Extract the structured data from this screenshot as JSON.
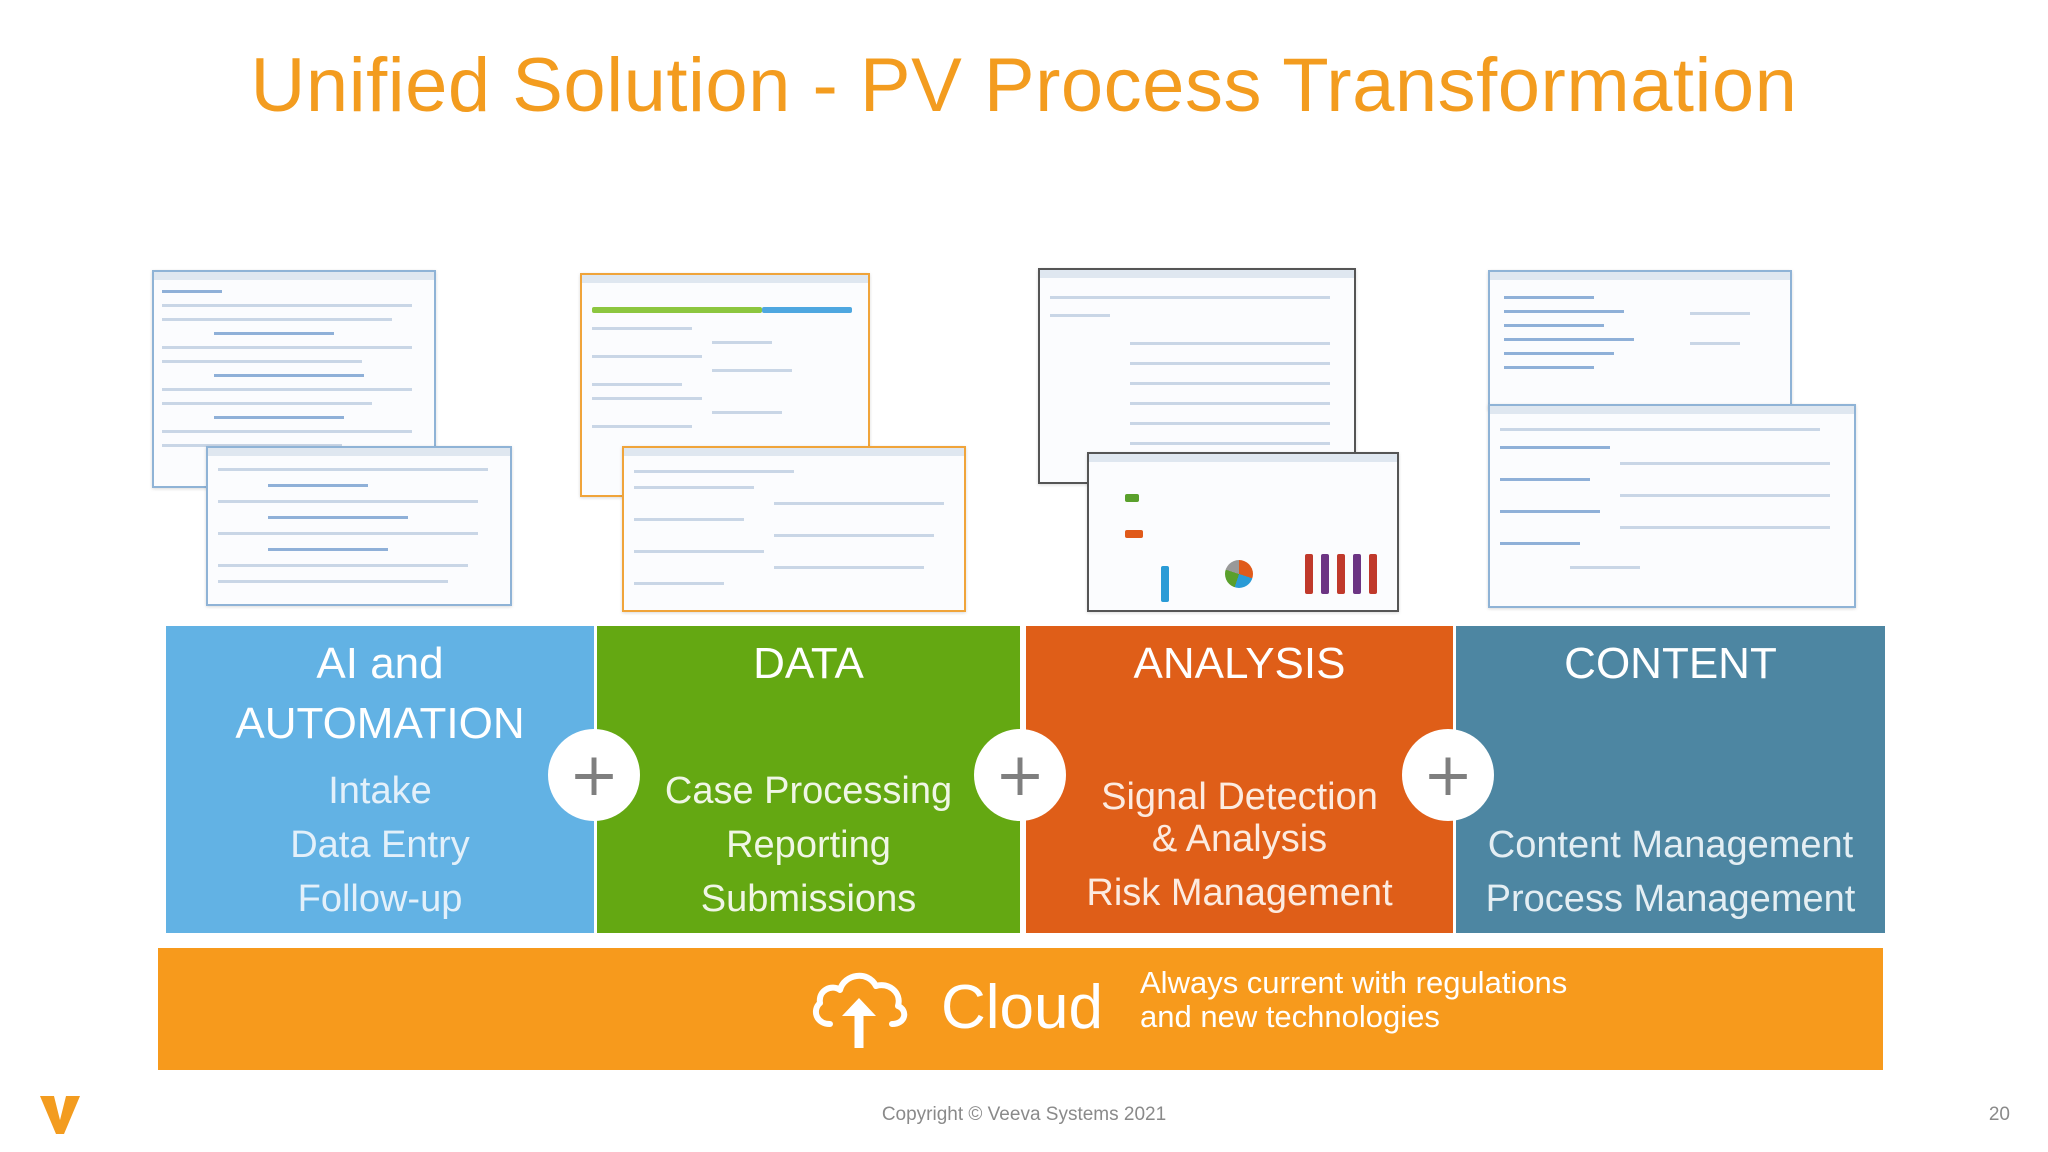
{
  "slide": {
    "title": "Unified Solution - PV Process Transformation"
  },
  "pillars": [
    {
      "title_line1": "AI and",
      "title_line2": "AUTOMATION",
      "items": [
        "Intake",
        "Data Entry",
        "Follow-up"
      ],
      "color": "#62b2e4"
    },
    {
      "title_line1": "DATA",
      "items": [
        "Case Processing",
        "Reporting",
        "Submissions"
      ],
      "color": "#64a812"
    },
    {
      "title_line1": "ANALYSIS",
      "items": [
        "Signal Detection",
        "& Analysis",
        "Risk Management"
      ],
      "color": "#df5e18"
    },
    {
      "title_line1": "CONTENT",
      "items": [
        "Content Management",
        "Process Management"
      ],
      "color": "#4d86a2"
    }
  ],
  "plus_symbol": "+",
  "cloud": {
    "label": "Cloud",
    "desc_line1": "Always current with regulations",
    "desc_line2": "and new technologies",
    "color": "#f79a1c",
    "icon": "cloud-upload-icon"
  },
  "footer": {
    "copyright": "Copyright © Veeva Systems 2021",
    "page_number": "20",
    "logo_icon": "veeva-logo-icon",
    "logo_color": "#f39c1f"
  }
}
